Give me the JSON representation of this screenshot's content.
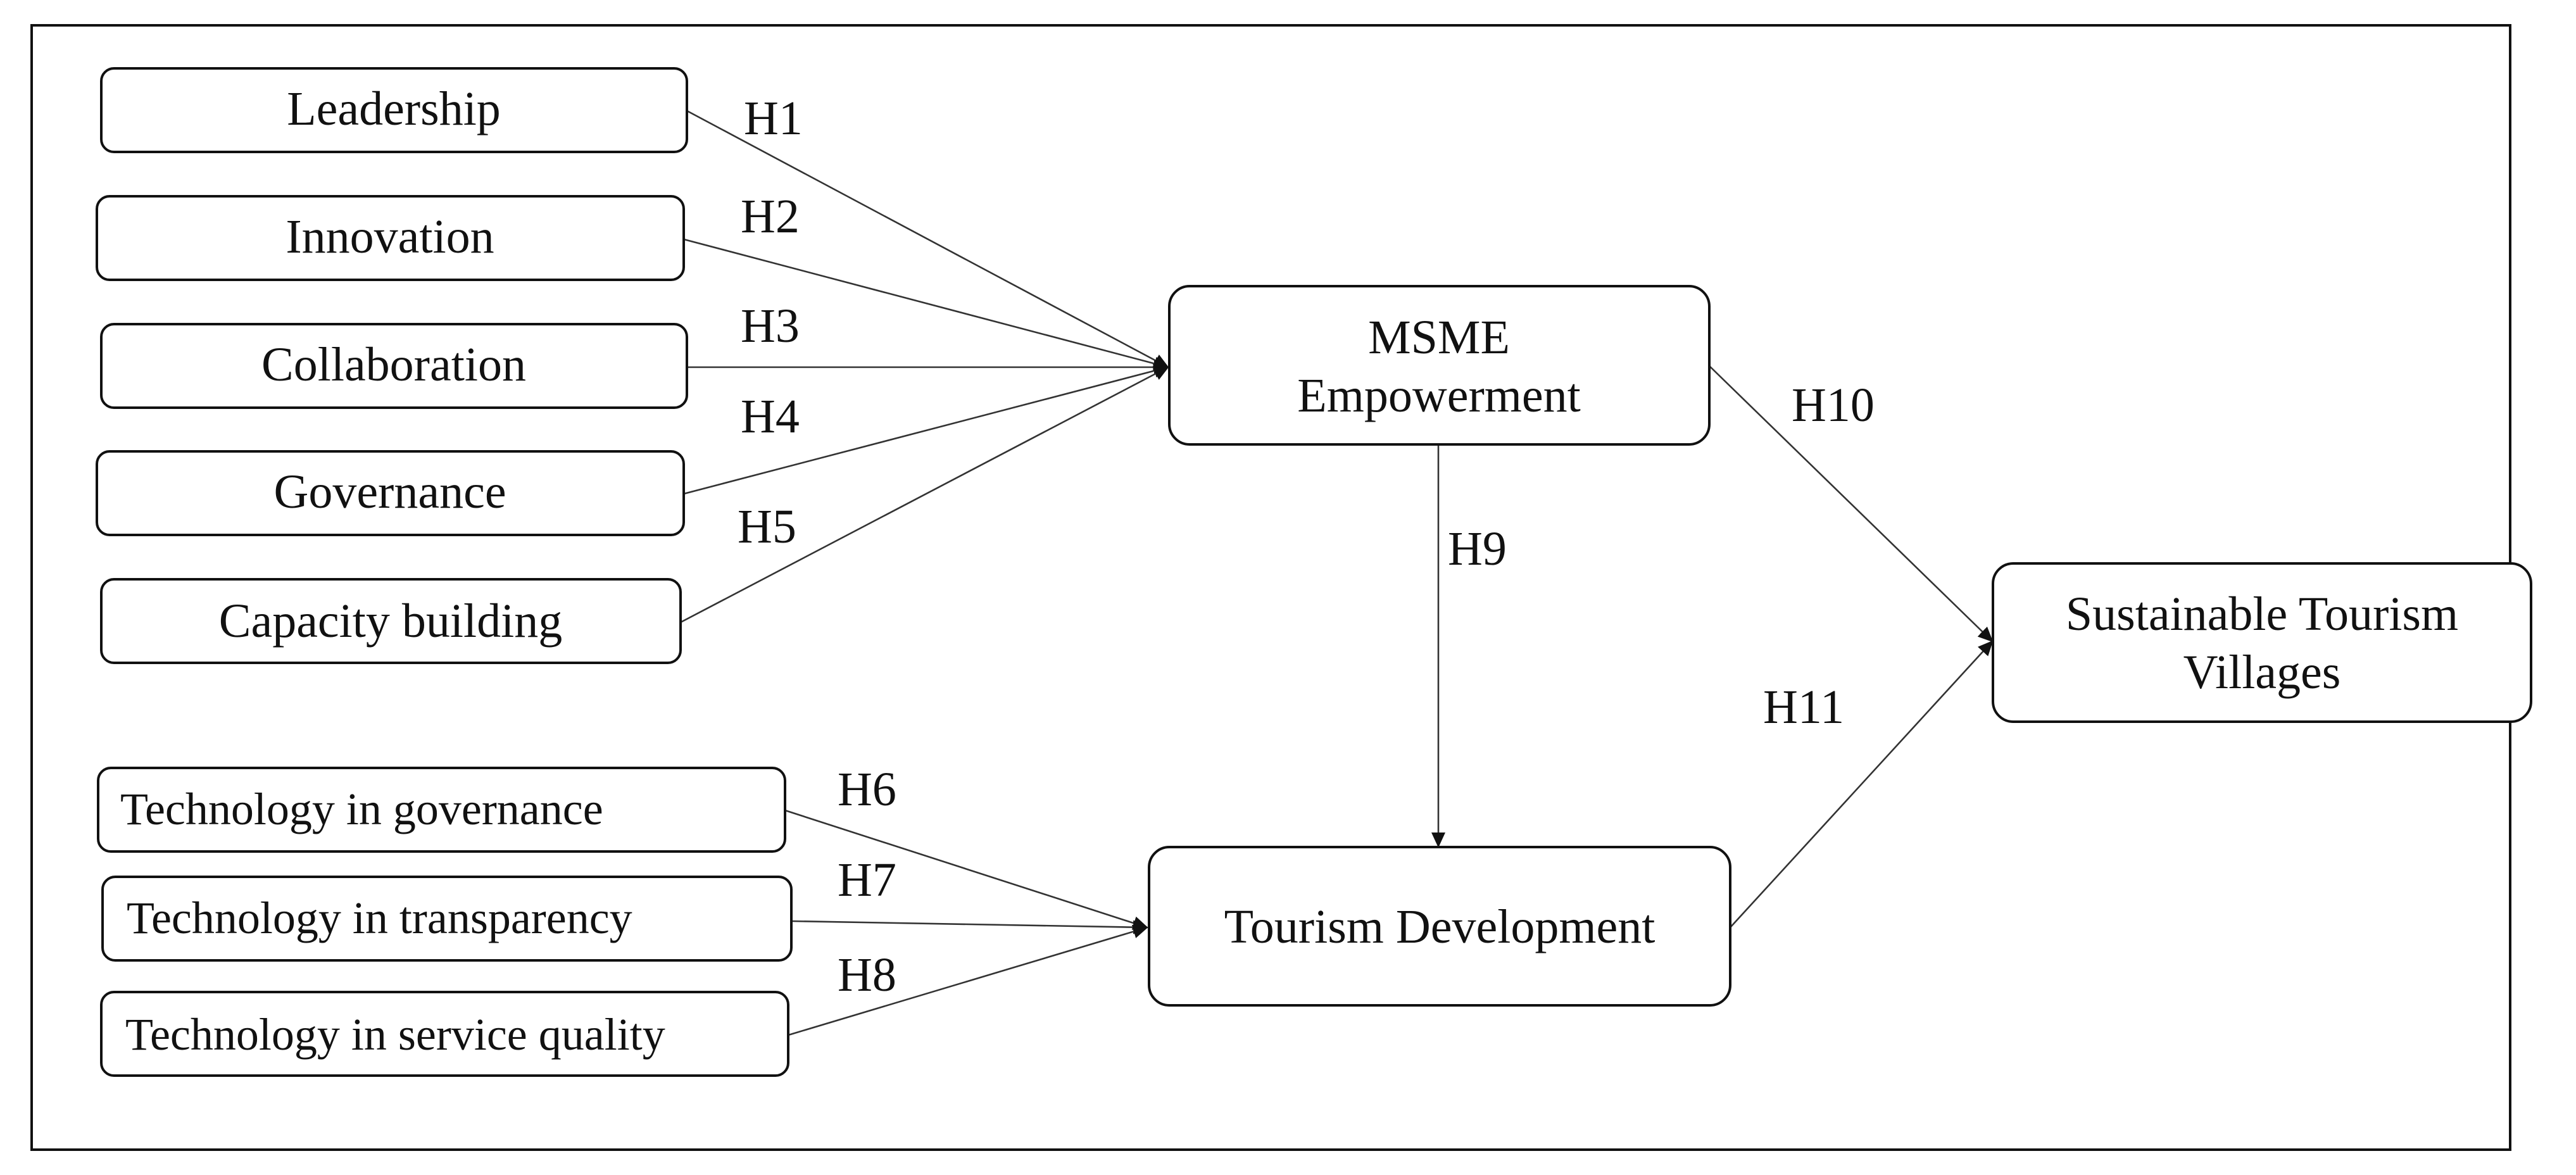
{
  "nodes": {
    "leadership": "Leadership",
    "innovation": "Innovation",
    "collaboration": "Collaboration",
    "governance": "Governance",
    "capacity": "Capacity building",
    "tech_governance": "Technology in governance",
    "tech_transparency": "Technology in transparency",
    "tech_service": "Technology in service quality",
    "msme_line1": "MSME",
    "msme_line2": "Empowerment",
    "tourism_dev": "Tourism Development",
    "stv_line1": "Sustainable Tourism",
    "stv_line2": "Villages"
  },
  "hypotheses": {
    "h1": "H1",
    "h2": "H2",
    "h3": "H3",
    "h4": "H4",
    "h5": "H5",
    "h6": "H6",
    "h7": "H7",
    "h8": "H8",
    "h9": "H9",
    "h10": "H10",
    "h11": "H11"
  }
}
